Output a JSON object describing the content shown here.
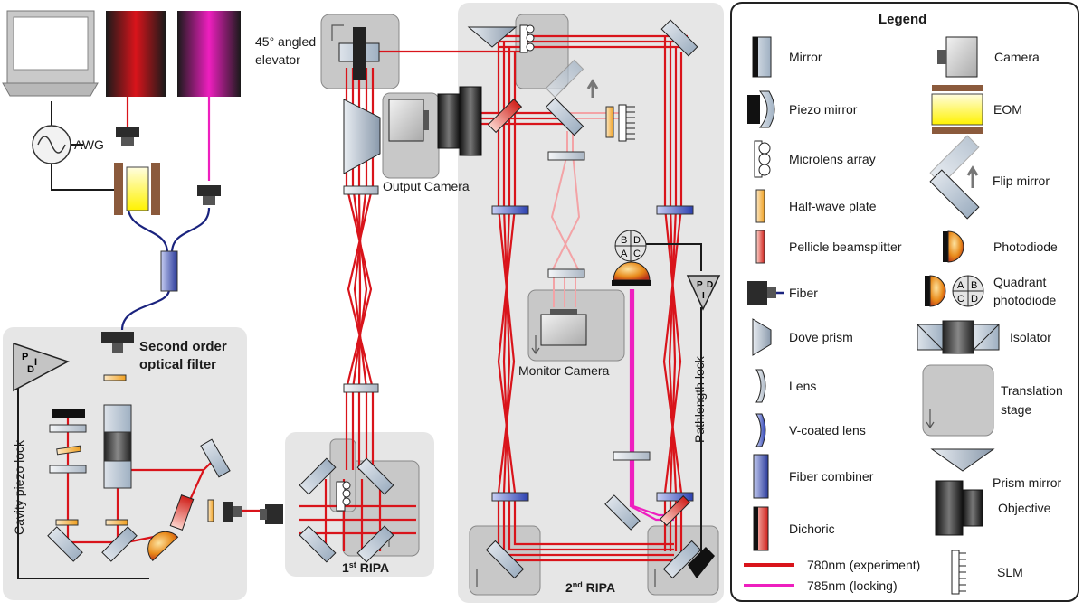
{
  "labels": {
    "awg": "AWG",
    "second_order_filter_1": "Second order",
    "second_order_filter_2": "optical filter",
    "cavity_piezo_lock": "Cavity piezo lock",
    "elevator_1": "45° angled",
    "elevator_2": "elevator",
    "output_camera": "Output Camera",
    "monitor_camera": "Monitor Camera",
    "pathlength_lock": "Pathlength lock",
    "ripa1_prefix": "1",
    "ripa1_sup": "st",
    "ripa1_suffix": " RIPA",
    "ripa2_prefix": "2",
    "ripa2_sup": "nd",
    "ripa2_suffix": " RIPA",
    "pd_p": "P",
    "pd_d": "D",
    "pd_i": "I",
    "quad_a": "A",
    "quad_b": "B",
    "quad_c": "C",
    "quad_d": "D"
  },
  "legend": {
    "title": "Legend",
    "left": [
      {
        "label": "Mirror",
        "icon": "mirror-icon"
      },
      {
        "label": "Piezo mirror",
        "icon": "piezo-mirror-icon"
      },
      {
        "label": "Microlens array",
        "icon": "microlens-array-icon"
      },
      {
        "label": "Half-wave plate",
        "icon": "half-wave-plate-icon"
      },
      {
        "label": "Pellicle beamsplitter",
        "icon": "pellicle-beamsplitter-icon"
      },
      {
        "label": "Fiber",
        "icon": "fiber-icon"
      },
      {
        "label": "Dove prism",
        "icon": "dove-prism-icon"
      },
      {
        "label": "Lens",
        "icon": "lens-icon"
      },
      {
        "label": "V-coated lens",
        "icon": "v-coated-lens-icon"
      },
      {
        "label": "Fiber combiner",
        "icon": "fiber-combiner-icon"
      },
      {
        "label": "Dichoric",
        "icon": "dichroic-icon"
      },
      {
        "label": "780nm (experiment)",
        "icon": "beam-780-icon"
      },
      {
        "label": "785nm (locking)",
        "icon": "beam-785-icon"
      }
    ],
    "right": [
      {
        "label": "Camera",
        "icon": "camera-icon"
      },
      {
        "label": "EOM",
        "icon": "eom-icon"
      },
      {
        "label": "Flip mirror",
        "icon": "flip-mirror-icon"
      },
      {
        "label": "Photodiode",
        "icon": "photodiode-icon"
      },
      {
        "label": "Quadrant",
        "icon": "quadrant-photodiode-icon"
      },
      {
        "label": "photodiode",
        "icon": "quadrant-photodiode-icon"
      },
      {
        "label": "Isolator",
        "icon": "isolator-icon"
      },
      {
        "label": "Translation",
        "icon": "translation-stage-icon"
      },
      {
        "label": "stage",
        "icon": "translation-stage-icon"
      },
      {
        "label": "Prism mirror",
        "icon": "prism-mirror-icon"
      },
      {
        "label": "Objective",
        "icon": "objective-icon"
      },
      {
        "label": "SLM",
        "icon": "slm-icon"
      }
    ]
  },
  "colors": {
    "beam_780": "#d9141b",
    "beam_785": "#ee1fbf",
    "panel_gray": "#e6e6e6",
    "stage_gray": "#c8c8c8"
  }
}
